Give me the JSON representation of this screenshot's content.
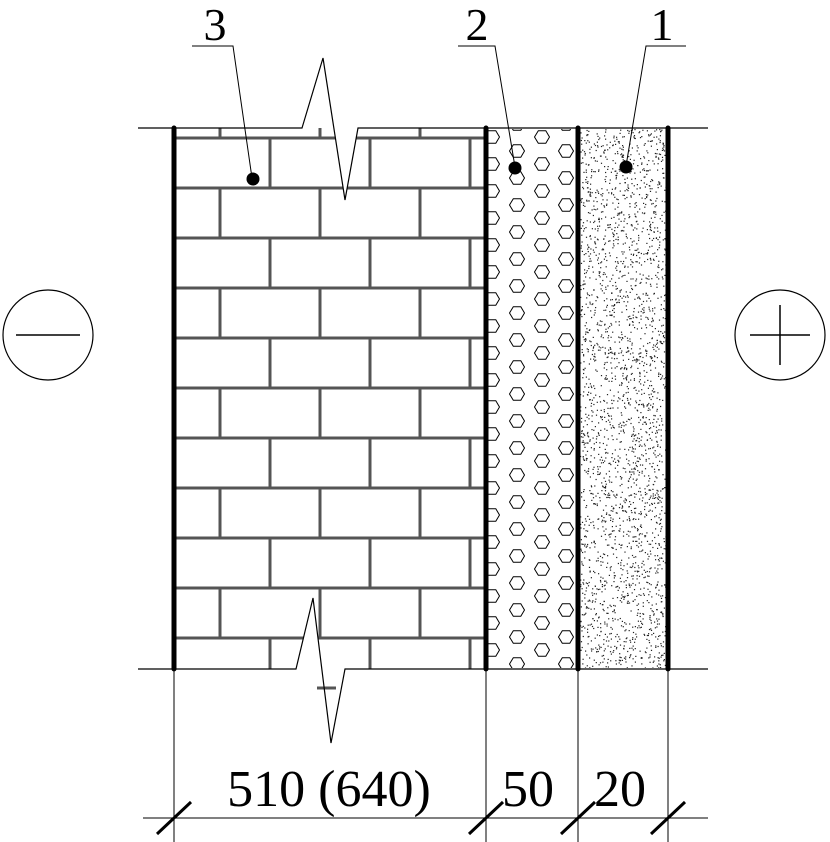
{
  "labels": {
    "layer_3": "3",
    "layer_2": "2",
    "layer_1": "1"
  },
  "signs": {
    "left": "minus",
    "right": "plus"
  },
  "dimensions": {
    "masonry": "510 (640)",
    "insulation": "50",
    "plaster": "20"
  },
  "colors": {
    "line": "#000000",
    "joint": "#555555"
  }
}
